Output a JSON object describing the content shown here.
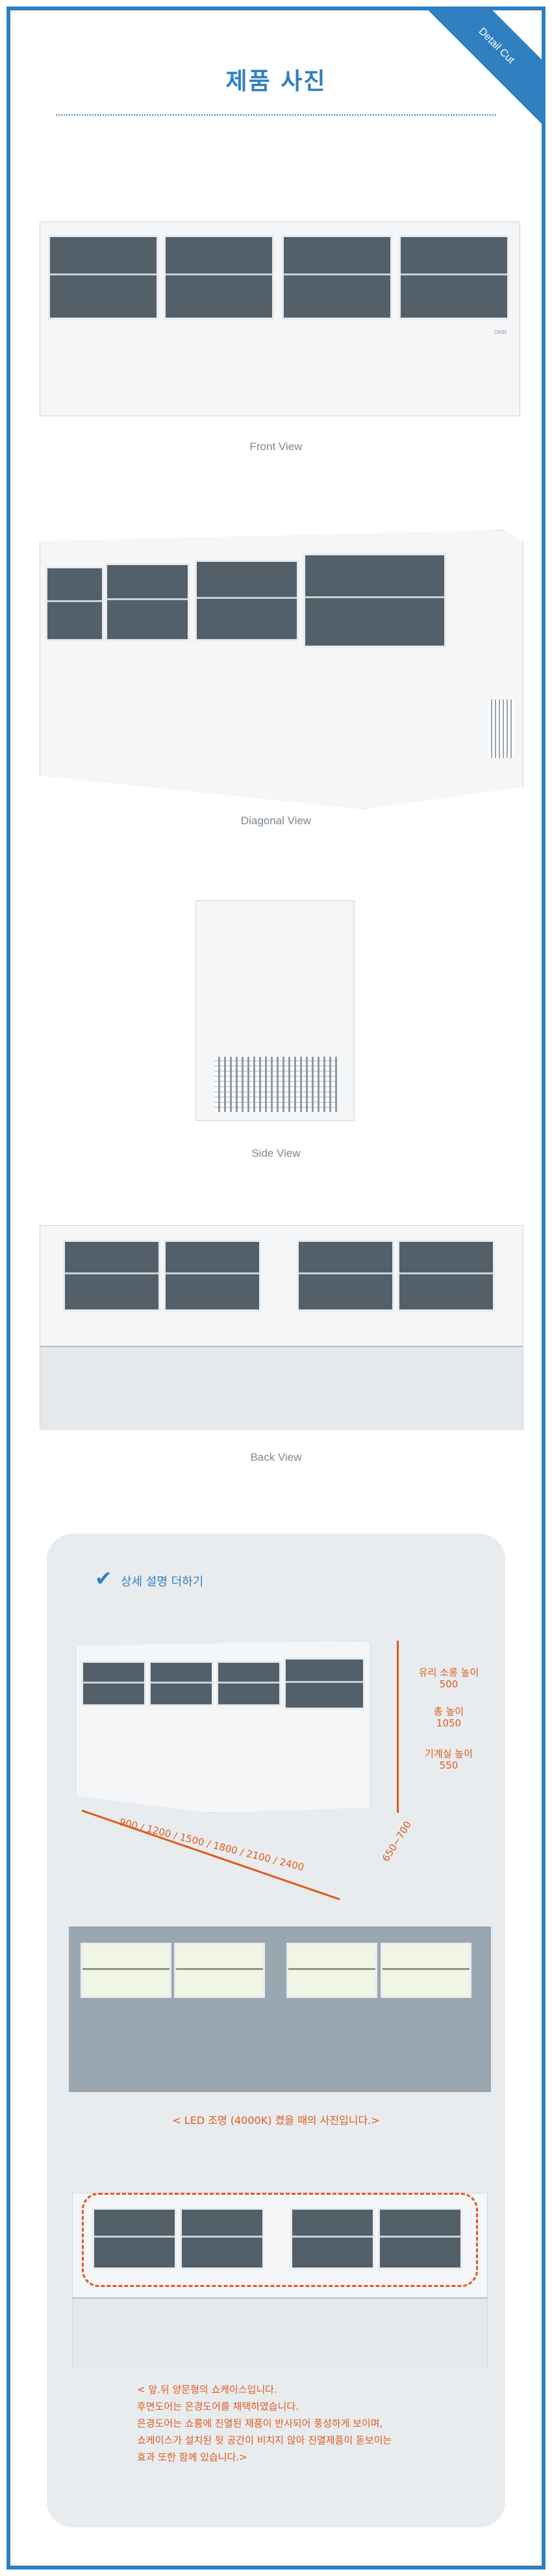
{
  "corner_label": "Detail Cut",
  "title": "제품 사진",
  "captions": {
    "front": "Front View",
    "diagonal": "Diagonal View",
    "side": "Side View",
    "back": "Back View"
  },
  "details": {
    "heading": "상세 설명 더하기",
    "glass_height_label": "유리 소롱 높이",
    "glass_height_value": "500",
    "total_height_label": "총 높이",
    "total_height_value": "1050",
    "machine_height_label": "기계실 높이",
    "machine_height_value": "550",
    "widths": "900 / 1200 / 1500 / 1800 / 2100 / 2400",
    "depth": "650~700",
    "led_caption": "< LED 조명 (4000K) 켰을 때의 사진입니다.>",
    "description": [
      "< 앞.뒤 양문형의 쇼케이스입니다.",
      "후면도어는 은경도어를 채택하였습니다.",
      "은경도어는 쇼룸에 진열된 제품이 반사되어 풍성하게 보이며,",
      "쇼케이스가 설치된 뒷 공간이 비치지 않아 진열제품이 돋보이는",
      "효과 또한 함께 있습니다.>"
    ]
  },
  "colors": {
    "accent": "#2f7fc1",
    "highlight": "#e05a1c",
    "panel": "#e9ecef"
  }
}
